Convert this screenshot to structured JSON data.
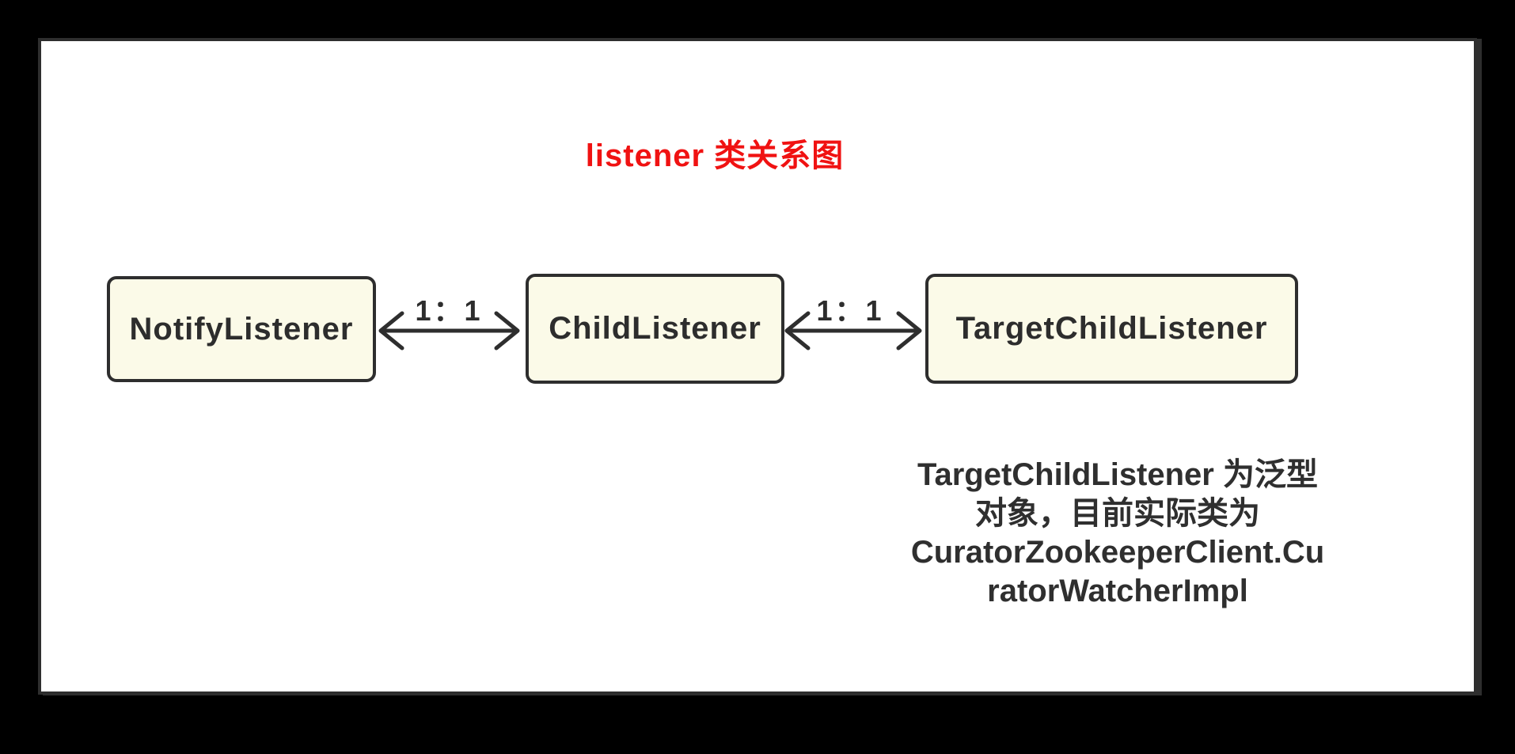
{
  "title": {
    "text": "listener 类关系图",
    "color": "#f01212"
  },
  "diagram": {
    "nodes": [
      {
        "label": "NotifyListener"
      },
      {
        "label": "ChildListener"
      },
      {
        "label": "TargetChildListener"
      }
    ],
    "edges": [
      {
        "from": "NotifyListener",
        "to": "ChildListener",
        "label": "1：1",
        "type": "double-open-arrow"
      },
      {
        "from": "ChildListener",
        "to": "TargetChildListener",
        "label": "1：1",
        "type": "double-open-arrow"
      }
    ],
    "node_fill": "#fbfae8",
    "node_border": "#2e2e2e",
    "line_color": "#2e2e2e"
  },
  "annotation": {
    "lines": [
      "TargetChildListener 为泛型",
      "对象，目前实际类为",
      "CuratorZookeeperClient.Cu",
      "ratorWatcherImpl"
    ],
    "color": "#2f2f2f"
  }
}
